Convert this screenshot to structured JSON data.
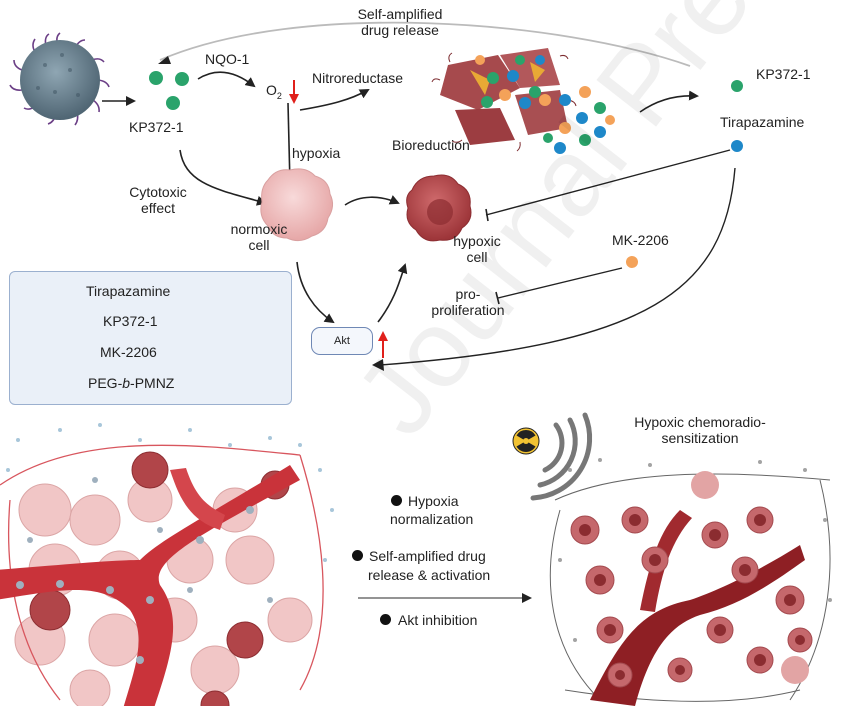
{
  "watermark": "Journal Pre-proof",
  "labels": {
    "self_amplified": "Self-amplified",
    "drug_release": "drug release",
    "nqo1": "NQO-1",
    "o2": "O",
    "o2_sub": "2",
    "nitroreductase": "Nitroreductase",
    "kp372_left": "KP372-1",
    "kp372_right": "KP372-1",
    "tirapazamine_right": "Tirapazamine",
    "hypoxia": "hypoxia",
    "bioreduction": "Bioreduction",
    "cytotoxic": "Cytotoxic",
    "effect": "effect",
    "normoxic": "normoxic",
    "cell_normoxic": "cell",
    "hypoxic": "hypoxic",
    "cell_hypoxic": "cell",
    "mk2206_right": "MK-2206",
    "pro": "pro-",
    "proliferation": "proliferation",
    "akt": "Akt"
  },
  "legend": {
    "items": [
      {
        "label": "Tirapazamine",
        "color": "#1e88c9"
      },
      {
        "label": "KP372-1",
        "color": "#2aa36b"
      },
      {
        "label": "MK-2206",
        "color": "#f4a259"
      }
    ],
    "polymer_pre": "PEG-",
    "polymer_italic": "b",
    "polymer_post": "-PMNZ"
  },
  "bottom": {
    "outcome_line1": "Hypoxic chemoradio-",
    "outcome_line2": "sensitization",
    "bullet1_line1": "Hypoxia",
    "bullet1_line2": "normalization",
    "bullet2_line1": "Self-amplified drug",
    "bullet2_line2": "release & activation",
    "bullet3": "Akt inhibition"
  },
  "colors": {
    "tirapazamine": "#1e88c9",
    "kp372": "#2aa36b",
    "mk2206": "#f4a259",
    "red_arrow": "#e0201b",
    "vessel": "#c9333a",
    "normoxic_cell": "#f1c1c1",
    "hypoxic_cell": "#b3464a"
  }
}
